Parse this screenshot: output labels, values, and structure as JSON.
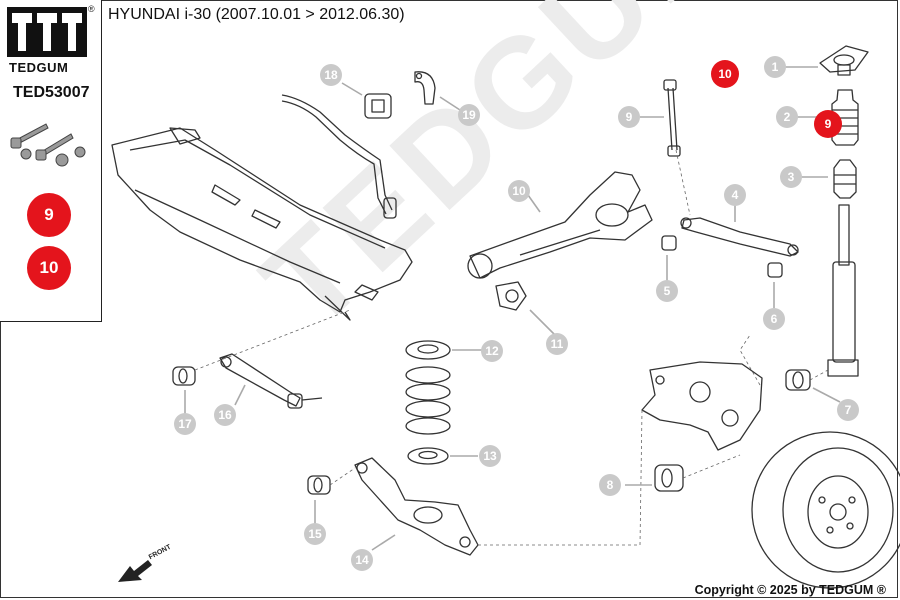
{
  "header": {
    "brand": "TEDGUM",
    "part_code": "TED53007",
    "vehicle": "HYUNDAI i-30 (2007.10.01 > 2012.06.30)",
    "registered_mark": "®"
  },
  "sidebar": {
    "kit_parts": [
      "9",
      "10"
    ]
  },
  "diagram": {
    "watermark": "TEDGUM",
    "front_label": "FRONT",
    "callouts": [
      "1",
      "2",
      "3",
      "4",
      "5",
      "6",
      "7",
      "8",
      "9",
      "10",
      "11",
      "12",
      "13",
      "14",
      "15",
      "16",
      "17",
      "18",
      "19"
    ],
    "highlighted": [
      "9",
      "10"
    ]
  },
  "footer": {
    "copyright": "Copyright © 2025 by TEDGUM ®"
  },
  "colors": {
    "highlight": "#e4141c",
    "callout_gray": "#c9c9c9",
    "line": "#333333"
  }
}
